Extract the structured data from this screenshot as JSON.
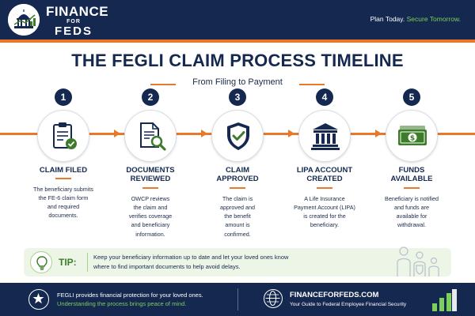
{
  "header": {
    "brand_line1": "FINANCE",
    "brand_line2": "FOR",
    "brand_line3": "FEDS",
    "tagline_plain": "Plan Today.",
    "tagline_accent": "Secure Tomorrow."
  },
  "title": "THE FEGLI CLAIM PROCESS TIMELINE",
  "subtitle": "From Filing to Payment",
  "steps": [
    {
      "number": "1",
      "title_line1": "CLAIM FILED",
      "title_line2": "",
      "icon": "clipboard-check-icon",
      "desc_line1": "The beneficiary submits",
      "desc_line2": "the FE-6 claim form",
      "desc_line3": "and required",
      "desc_line4": "documents."
    },
    {
      "number": "2",
      "title_line1": "DOCUMENTS",
      "title_line2": "REVIEWED",
      "icon": "document-magnifier-icon",
      "desc_line1": "OWCP reviews",
      "desc_line2": "the claim and",
      "desc_line3": "verifies coverage",
      "desc_line4": "and beneficiary",
      "desc_line5": "information."
    },
    {
      "number": "3",
      "title_line1": "CLAIM",
      "title_line2": "APPROVED",
      "icon": "shield-check-icon",
      "desc_line1": "The claim is",
      "desc_line2": "approved and",
      "desc_line3": "the benefit",
      "desc_line4": "amount is",
      "desc_line5": "confirmed."
    },
    {
      "number": "4",
      "title_line1": "LIPA ACCOUNT",
      "title_line2": "CREATED",
      "icon": "bank-icon",
      "desc_line1": "A Life Insurance",
      "desc_line2": "Payment Account (LIPA)",
      "desc_line3": "is created for the",
      "desc_line4": "beneficiary."
    },
    {
      "number": "5",
      "title_line1": "FUNDS",
      "title_line2": "AVAILABLE",
      "icon": "money-bill-icon",
      "desc_line1": "Beneficiary is notified",
      "desc_line2": "and funds are",
      "desc_line3": "available for",
      "desc_line4": "withdrawal."
    }
  ],
  "tip": {
    "label": "TIP:",
    "line1": "Keep your beneficiary information up to date and let your loved ones know",
    "line2": "where to find important documents to help avoid delays."
  },
  "footer": {
    "left_line1": "FEGLI provides financial protection for your loved ones.",
    "left_line2": "Understanding the process brings peace of mind.",
    "site": "FINANCEFORFEDS.COM",
    "guide": "Your Guide to Federal Employee Financial Security"
  },
  "colors": {
    "navy": "#142850",
    "orange": "#e8792a",
    "green": "#3d7d2a",
    "light_green": "#7ccf5a"
  }
}
